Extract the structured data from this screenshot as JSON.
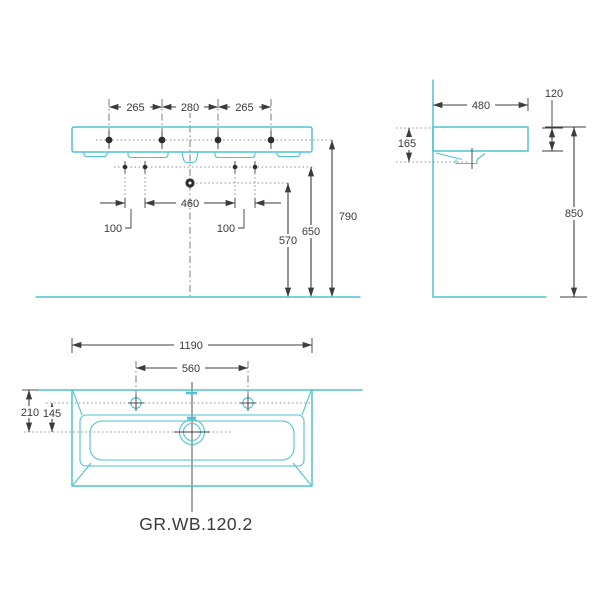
{
  "title": "GR.WB.120.2",
  "colors": {
    "product_line": "#4EC3CF",
    "dimension_line": "#3C3C3C",
    "reference_line": "#8E8E8E",
    "text": "#3A3A3A",
    "background": "#FFFFFF"
  },
  "front_view": {
    "spacing_left": "265",
    "spacing_center": "280",
    "spacing_right": "265",
    "bracket_span": "460",
    "bracket_offset_left": "100",
    "bracket_offset_right": "100",
    "drain_height": "570",
    "bracket_height": "650",
    "rim_height": "790"
  },
  "side_view": {
    "depth": "480",
    "rim_thickness": "120",
    "front_drop": "165",
    "height": "850"
  },
  "plan_view": {
    "width": "1190",
    "faucet_spacing": "560",
    "drain_setback": "210",
    "faucet_to_drain": "145"
  }
}
